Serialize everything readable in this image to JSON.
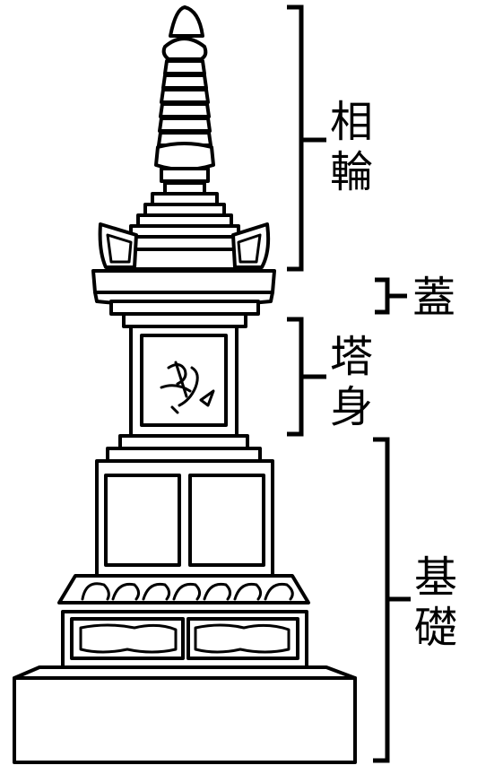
{
  "labels": {
    "sorin": [
      "相",
      "輪"
    ],
    "kasa": [
      "蓋"
    ],
    "tooshin": [
      "塔",
      "身"
    ],
    "kiso": [
      "基",
      "礎"
    ]
  },
  "colors": {
    "ink": "#000000",
    "paper": "#ffffff"
  }
}
